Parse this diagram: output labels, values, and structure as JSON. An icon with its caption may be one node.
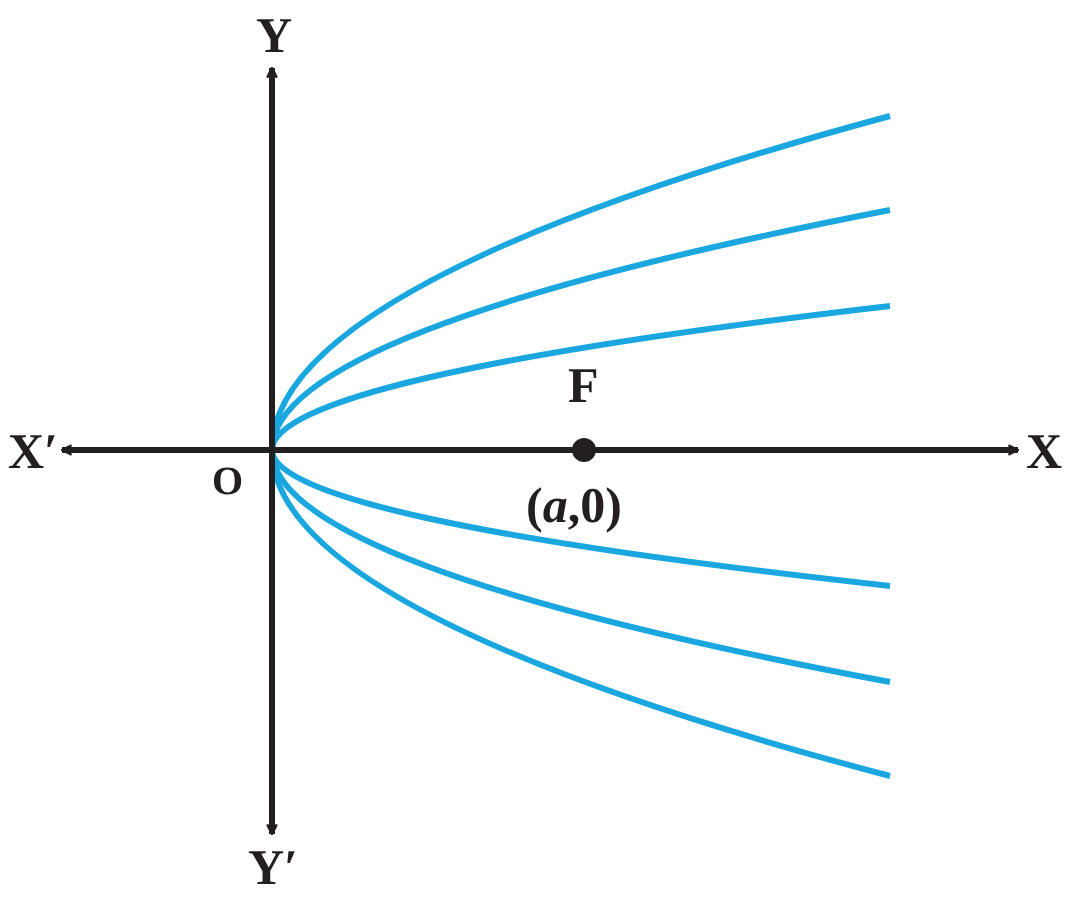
{
  "diagram": {
    "labels": [
      "Y",
      "F",
      "X′",
      "O",
      "X",
      "(*a*,0)",
      "Y′"
    ]
  }
}
